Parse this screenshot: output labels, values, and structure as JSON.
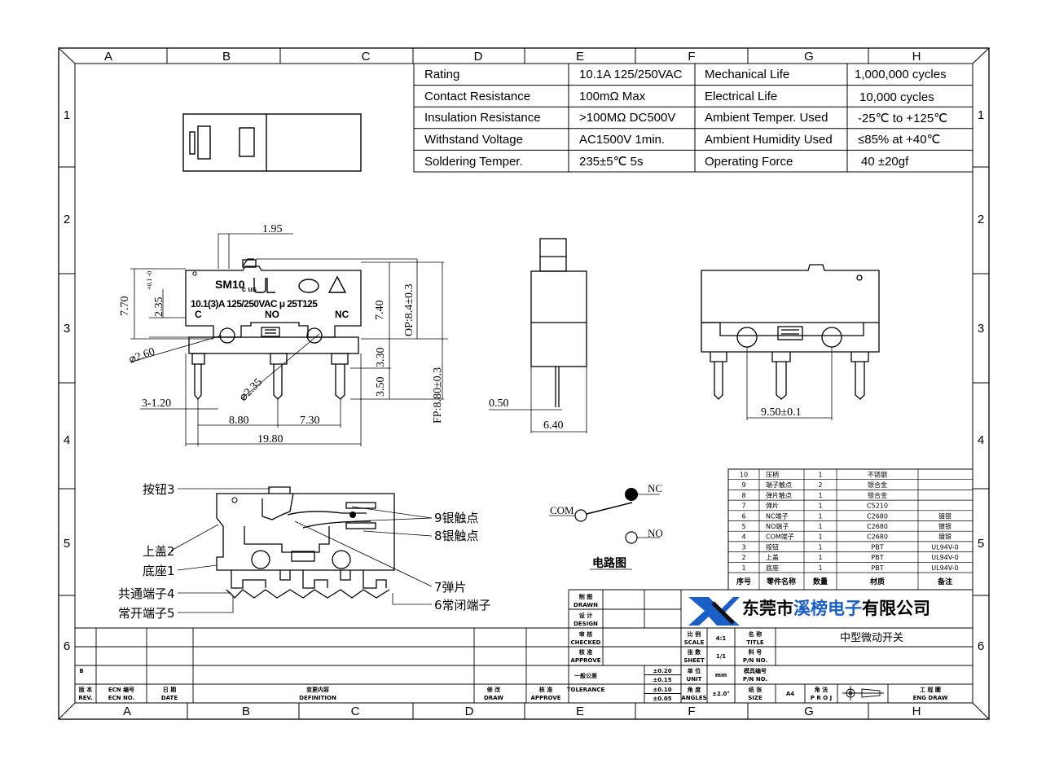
{
  "grid": {
    "columns": [
      "A",
      "B",
      "C",
      "D",
      "E",
      "F",
      "G",
      "H"
    ],
    "rows": [
      "1",
      "2",
      "3",
      "4",
      "5",
      "6"
    ]
  },
  "specs": [
    {
      "label": "Rating",
      "value": "10.1A  125/250VAC",
      "label2": "Mechanical Life",
      "value2": "1,000,000 cycles"
    },
    {
      "label": "Contact Resistance",
      "value": "100mΩ  Max",
      "label2": "Electrical Life",
      "value2": "10,000 cycles"
    },
    {
      "label": "Insulation Resistance",
      "value": ">100MΩ DC500V",
      "label2": "Ambient Temper. Used",
      "value2": "-25℃ to +125℃"
    },
    {
      "label": "Withstand Voltage",
      "value": "AC1500V  1min.",
      "label2": "Ambient Humidity Used",
      "value2": "≤85% at +40℃"
    },
    {
      "label": "Soldering Temper.",
      "value": "235±5℃ 5s",
      "label2": "Operating Force",
      "value2": "40 ±20gf"
    }
  ],
  "front_view": {
    "brand": "SM10",
    "ul_mark": "c   us",
    "marking": "10.1(3)A 125/250VAC μ 25T125",
    "terminal_c": "C",
    "terminal_no": "NO",
    "terminal_nc": "NC"
  },
  "dimensions": {
    "d195": "1.95",
    "d770": "7.70",
    "d235": "2.35",
    "d235_tol": "+0.1 -0",
    "d740": "7.40",
    "op": "OP:8.4±0.3",
    "fp": "FP:8.80±0.3",
    "d330": "3.30",
    "d350": "3.50",
    "d260": "⌀2.60",
    "d235b": "⌀2.35",
    "d120": "3-1.20",
    "d880": "8.80",
    "d730": "7.30",
    "d1980": "19.80",
    "d050": "0.50",
    "d640": "6.40",
    "d950": "9.50±0.1"
  },
  "section_labels": {
    "left": [
      "按钮3",
      "上盖2",
      "底座1",
      "共通端子4",
      "常开端子5"
    ],
    "right": [
      "9银触点",
      "8银触点",
      "7弹片",
      "6常闭端子"
    ]
  },
  "circuit": {
    "com": "COM",
    "nc": "NC",
    "no": "NO",
    "title": "电路图"
  },
  "bom": {
    "headers": [
      "序号",
      "零件名称",
      "数量",
      "材质",
      "备注"
    ],
    "rows": [
      [
        "10",
        "压柄",
        "1",
        "不锈钢",
        ""
      ],
      [
        "9",
        "端子触点",
        "2",
        "银合金",
        ""
      ],
      [
        "8",
        "弹片触点",
        "1",
        "银合金",
        ""
      ],
      [
        "7",
        "弹片",
        "1",
        "C5210",
        ""
      ],
      [
        "6",
        "NC端子",
        "1",
        "C2680",
        "镀银"
      ],
      [
        "5",
        "NO端子",
        "1",
        "C2680",
        "镀银"
      ],
      [
        "4",
        "COM端子",
        "1",
        "C2680",
        "镀银"
      ],
      [
        "3",
        "按钮",
        "1",
        "PBT",
        "UL94V-0"
      ],
      [
        "2",
        "上盖",
        "1",
        "PBT",
        "UL94V-0"
      ],
      [
        "1",
        "底座",
        "1",
        "PBT",
        "UL94V-0"
      ]
    ]
  },
  "title_block": {
    "drawn_cn": "制 图",
    "drawn_en": "DRAWN",
    "design_cn": "设 计",
    "design_en": "DESIGN",
    "checked_cn": "审 核",
    "checked_en": "CHECKED",
    "approve_cn": "核 准",
    "approve_en": "APPROVE",
    "company": "东莞市溪榜电子有限公司",
    "company_a": "东莞市",
    "company_b": "溪榜电子",
    "company_c": "有限公司",
    "logo_mark": "XJ",
    "scale_cn": "比 例",
    "scale_en": "SCALE",
    "scale_val": "4:1",
    "title_cn": "名 称",
    "title_en": "TITLE",
    "title_val": "中型微动开关",
    "sheet_cn": "张 数",
    "sheet_en": "SHEET",
    "sheet_val": "1/1",
    "pn_cn": "料 号",
    "pn_en": "P/N NO.",
    "unit_cn": "单 位",
    "unit_en": "UNIT",
    "unit_val": "mm",
    "mold_cn": "模具编号",
    "mold_en": "P/N NO.",
    "angles_cn": "角 度",
    "angles_en": "ANGLES",
    "angles_val": "±2.0°",
    "size_cn": "纸 张",
    "size_en": "SIZE",
    "size_val": "A4",
    "proj_cn": "角 法",
    "proj_en": "P R O J",
    "eng_cn": "工 程 圖",
    "eng_en": "ENG DRAW",
    "general_tol": "一般公差",
    "tolerance": "TOLERANCE",
    "tols": [
      "±0.20",
      "±0.15",
      "±0.10",
      "±0.05"
    ],
    "rev_b": "B",
    "rev_cn": "版 本",
    "rev_en": "REV.",
    "ecn_cn": "ECN 编号",
    "ecn_en": "ECN NO.",
    "date_cn": "日 期",
    "date_en": "DATE",
    "def_cn": "变更内容",
    "def_en": "DEFINITION",
    "draw_cn": "修 改",
    "draw_en": "DRAW",
    "appr_cn": "核 准",
    "appr_en": "APPROVE"
  },
  "colors": {
    "line": "#000000",
    "brand_blue": "#1a5fc8",
    "text": "#000000"
  }
}
